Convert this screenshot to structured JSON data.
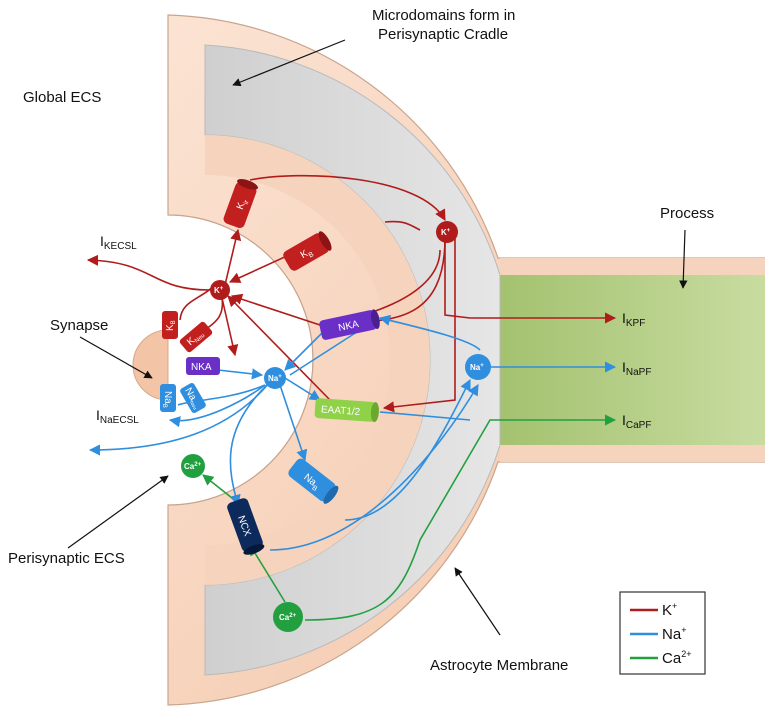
{
  "labels": {
    "microdomains": [
      "Microdomains form in",
      "Perisynaptic Cradle"
    ],
    "global_ecs": "Global ECS",
    "process": "Process",
    "synapse": "Synapse",
    "perisynaptic_ecs": "Perisynaptic ECS",
    "astrocyte_membrane": "Astrocyte Membrane"
  },
  "currents": {
    "k_ecsl": {
      "main": "I",
      "sub": "KECSL"
    },
    "na_ecsl": {
      "main": "I",
      "sub": "NaECSL"
    },
    "k_pf": {
      "main": "I",
      "sub": "KPF"
    },
    "na_pf": {
      "main": "I",
      "sub": "NaPF"
    },
    "ca_pf": {
      "main": "I",
      "sub": "CaPF"
    }
  },
  "channels": {
    "kir": {
      "main": "K",
      "sub": "ir"
    },
    "kb_astro": {
      "main": "K",
      "sub": "B"
    },
    "nka_astro": "NKA",
    "eaat": "EAAT1/2",
    "nab_astro": {
      "main": "Na",
      "sub": "B"
    },
    "ncx": "NCX",
    "kb_syn": {
      "main": "K",
      "sub": "B"
    },
    "kneu": {
      "main": "K",
      "sub": "Neu"
    },
    "nka_syn": "NKA",
    "nab_syn": {
      "main": "Na",
      "sub": "B"
    },
    "naneu": {
      "main": "Na",
      "sub": "Neu"
    }
  },
  "ions": {
    "k": {
      "main": "K",
      "sup": "+"
    },
    "na": {
      "main": "Na",
      "sup": "+"
    },
    "ca": {
      "main": "Ca",
      "sup": "2+"
    }
  },
  "legend": [
    {
      "main": "K",
      "sup": "+",
      "color": "#b01c1c"
    },
    {
      "main": "Na",
      "sup": "+",
      "color": "#2f8fde"
    },
    {
      "main": "Ca",
      "sup": "2+",
      "color": "#22a040"
    }
  ],
  "colors": {
    "k": "#b01c1c",
    "na": "#2f8fde",
    "ca": "#22a040",
    "membrane": "#f6d3bd",
    "cytoplasm": "#d9d9d9",
    "process_fill": "#b9d08e",
    "nka": "#6a2fc7",
    "eaat": "#8fd24a",
    "ncx": "#0d2a5c"
  }
}
